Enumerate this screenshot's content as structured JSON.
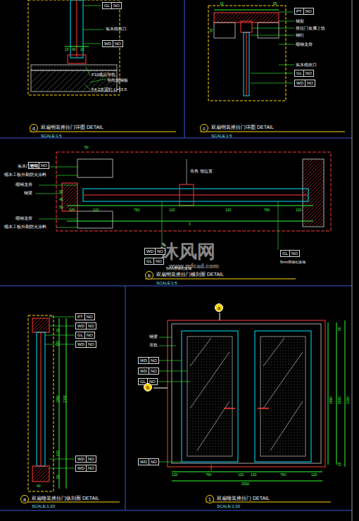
{
  "diagram": {
    "nodes": [
      {
        "text": [
          "GL",
          "NO"
        ]
      },
      {
        "text": [
          "WD",
          "NO"
        ]
      },
      {
        "text": [
          "PT",
          "NO"
        ]
      },
      {
        "text": [
          "GL",
          "NO"
        ]
      },
      {
        "text": [
          "WD",
          "NO"
        ]
      },
      {
        "text": [
          "d"
        ]
      },
      {
        "text": [
          "c"
        ]
      },
      {
        "text": [
          "WD",
          "NO"
        ]
      },
      {
        "text": [
          "WD",
          "NO"
        ]
      },
      {
        "text": [
          "GL",
          "NO"
        ]
      },
      {
        "text": [
          "GL",
          "NO"
        ]
      },
      {
        "text": [
          "b"
        ]
      },
      {
        "text": [
          "a"
        ]
      },
      {
        "text": [
          "PT",
          "NO"
        ]
      },
      {
        "text": [
          "WD",
          "NO"
        ]
      },
      {
        "text": [
          "GL",
          "NO"
        ]
      },
      {
        "text": [
          "WD",
          "NO"
        ]
      },
      {
        "text": [
          "WD",
          "NO"
        ]
      },
      {
        "text": [
          "WD",
          "NO"
        ]
      },
      {
        "text": [
          "GL",
          "NO"
        ]
      },
      {
        "text": [
          "b"
        ]
      },
      {
        "text": [
          "WD",
          "NO"
        ]
      },
      {
        "text": [
          "WD",
          "NO"
        ]
      },
      {
        "text": [
          "WD",
          "NO"
        ]
      },
      {
        "text": [
          "a"
        ]
      },
      {
        "text": [
          "1"
        ]
      }
    ],
    "labels": [
      "实木线收口",
      "10",
      "40",
      "10",
      "F10成品导轨",
      "导向地钢板",
      "F4.2水泥钉 L=63.5",
      "双扇明装推拉门详图 DETAIL",
      "SCALE:1:5",
      "15",
      "95",
      "50",
      "钢架",
      "推拉门金属上轨",
      "钢钉",
      "细钢龙骨",
      "实木线收口",
      "双扇明装推拉门详图 DETAIL",
      "SCALE:1:5",
      "50",
      "实木门套线",
      "细木工板外刷防火涂料",
      "细钢龙骨",
      "钢梁",
      "细钢龙骨",
      "细木工板外刷防火涂料",
      "吊角 地位置",
      "50",
      "40",
      "50",
      "100",
      "120",
      "760",
      "120",
      "120",
      "760",
      "120",
      "3",
      "5mm厚钢化玻璃",
      "5mm厚钢化玻璃",
      "双扇明装推拉门横剖面 DETAIL",
      "SCALE:1:5",
      "50",
      "120",
      "1860",
      "2150",
      "120",
      "50",
      "40",
      "双扇暗装推拉门纵剖面 DETAIL",
      "SCALE:1:20",
      "钢梁",
      "吊轨",
      "50",
      "1860",
      "2000",
      "2150",
      "50",
      "120",
      "760",
      "120",
      "120",
      "760",
      "120",
      "2000",
      "双扇暗装推拉门 DETAIL",
      "SCALE:1:20",
      "沐风网",
      "www.mfcad.com"
    ]
  }
}
